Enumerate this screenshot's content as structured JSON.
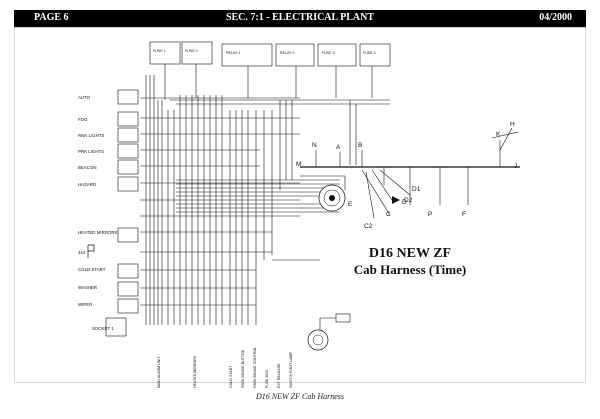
{
  "header": {
    "page": "PAGE 6",
    "section": "SEC. 7:1 - ELECTRICAL PLANT",
    "date": "04/2000"
  },
  "diagram": {
    "title_line1": "D16 NEW ZF",
    "title_line2": "Cab Harness (Time)",
    "left_switches": [
      "AUTO",
      "FOG",
      "RNK LIGHTS",
      "PRK LIGHTS",
      "BEACON",
      "HAZARD",
      "HEATED MIRRORS",
      "4x4",
      "COLD START",
      "WASHER",
      "WIPER"
    ],
    "socket_label": "SOCKET 1",
    "connector_letters": [
      "N",
      "A",
      "B",
      "H",
      "M",
      "J",
      "E",
      "D",
      "D1",
      "D2",
      "C",
      "C2",
      "P",
      "F",
      "K"
    ],
    "bottom_labels": [
      "MAIN ALARM UNIT",
      "HEATED MIRRORS",
      "COLD START",
      "PARK BRAKE BUTTON",
      "PARK BRAKE CONTROL",
      "FUSE BOX",
      "EXT RELEASE",
      "SWITCH FOOT LAMP"
    ],
    "top_fuse_labels": [
      "FUSE 1",
      "FUSE 2",
      "FUSE 3",
      "FUSE 4",
      "RELAY 1",
      "RELAY 2"
    ]
  },
  "caption": "D16 NEW ZF Cab Harness"
}
